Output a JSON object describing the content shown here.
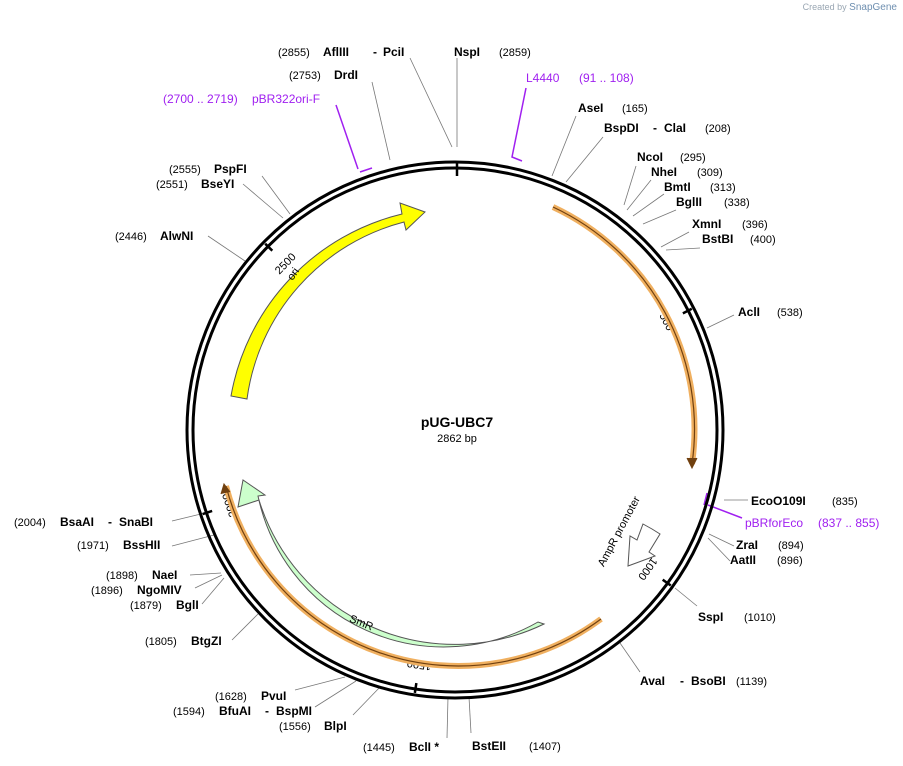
{
  "credit": {
    "prefix": "Created by",
    "app": "SnapGene"
  },
  "plasmid": {
    "name": "pUG-UBC7",
    "length_label": "2862 bp",
    "length": 2862
  },
  "ticks": [
    "500",
    "1000",
    "1500",
    "2000",
    "2500"
  ],
  "features": [
    {
      "name": "ori",
      "type": "rep_origin",
      "color": "#ffff00"
    },
    {
      "name": "AmpR promoter",
      "type": "promoter",
      "color": "#ffffff"
    },
    {
      "name": "SmR",
      "type": "CDS",
      "color": "#ccffcc"
    },
    {
      "name": "",
      "type": "selected-arc",
      "color": "#f0b060"
    }
  ],
  "primers": [
    {
      "name": "L4440",
      "range": "(91 .. 108)"
    },
    {
      "name": "pBR322ori-F",
      "range": "(2700 .. 2719)"
    },
    {
      "name": "pBRforEco",
      "range": "(837 .. 855)"
    }
  ],
  "enzymes": [
    {
      "name": "AflIII",
      "pos": "(2855)"
    },
    {
      "name": "PciI",
      "pos": ""
    },
    {
      "name": "NspI",
      "pos": "(2859)"
    },
    {
      "name": "DrdI",
      "pos": "(2753)"
    },
    {
      "name": "AseI",
      "pos": "(165)"
    },
    {
      "name": "BspDI",
      "pos": ""
    },
    {
      "name": "ClaI",
      "pos": "(208)"
    },
    {
      "name": "NcoI",
      "pos": "(295)"
    },
    {
      "name": "NheI",
      "pos": "(309)"
    },
    {
      "name": "BmtI",
      "pos": "(313)"
    },
    {
      "name": "BglII",
      "pos": "(338)"
    },
    {
      "name": "XmnI",
      "pos": "(396)"
    },
    {
      "name": "BstBI",
      "pos": "(400)"
    },
    {
      "name": "AclI",
      "pos": "(538)"
    },
    {
      "name": "EcoO109I",
      "pos": "(835)"
    },
    {
      "name": "ZraI",
      "pos": "(894)"
    },
    {
      "name": "AatII",
      "pos": "(896)"
    },
    {
      "name": "SspI",
      "pos": "(1010)"
    },
    {
      "name": "AvaI",
      "pos": ""
    },
    {
      "name": "BsoBI",
      "pos": "(1139)"
    },
    {
      "name": "BstEII",
      "pos": "(1407)"
    },
    {
      "name": "BclI *",
      "pos": "(1445)"
    },
    {
      "name": "BlpI",
      "pos": "(1556)"
    },
    {
      "name": "BfuAI",
      "pos": "(1594)"
    },
    {
      "name": "BspMI",
      "pos": ""
    },
    {
      "name": "PvuI",
      "pos": "(1628)"
    },
    {
      "name": "BtgZI",
      "pos": "(1805)"
    },
    {
      "name": "BglI",
      "pos": "(1879)"
    },
    {
      "name": "NgoMIV",
      "pos": "(1896)"
    },
    {
      "name": "NaeI",
      "pos": "(1898)"
    },
    {
      "name": "BssHII",
      "pos": "(1971)"
    },
    {
      "name": "BsaAI",
      "pos": "(2004)"
    },
    {
      "name": "SnaBI",
      "pos": ""
    },
    {
      "name": "AlwNI",
      "pos": "(2446)"
    },
    {
      "name": "BseYI",
      "pos": "(2551)"
    },
    {
      "name": "PspFI",
      "pos": "(2555)"
    }
  ]
}
